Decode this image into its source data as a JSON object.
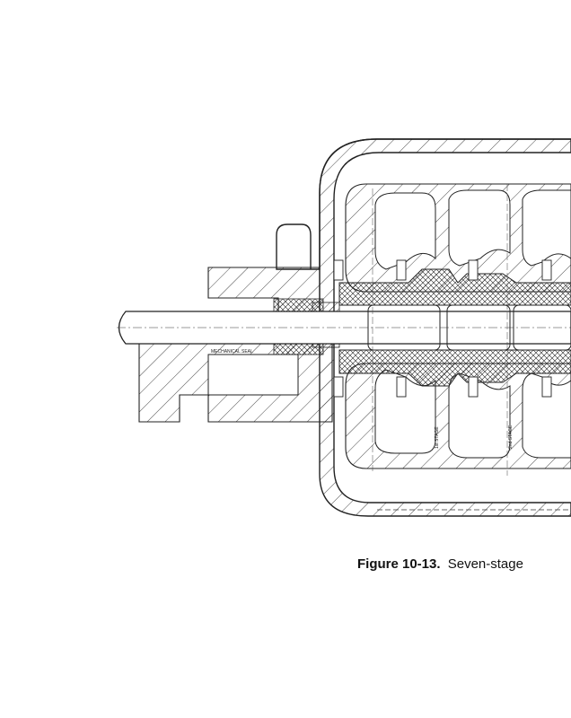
{
  "caption": {
    "label": "Figure 10-13.",
    "text": "Seven-stage"
  },
  "labels": {
    "seal": "MECHANICAL SEAL",
    "stage_1": "1st STAGE",
    "stage_2": "2nd STAGE"
  }
}
